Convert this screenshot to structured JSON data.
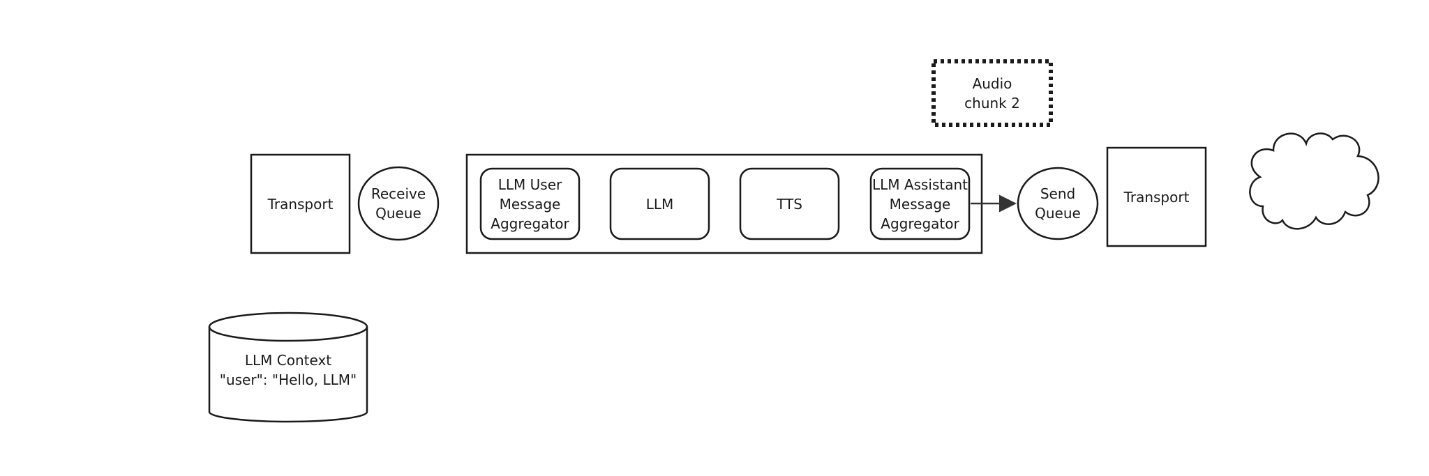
{
  "diagram": {
    "nodes": {
      "transport_in": {
        "lines": [
          "Transport"
        ]
      },
      "receive_queue": {
        "lines": [
          "Receive",
          "Queue"
        ]
      },
      "user_aggregator": {
        "lines": [
          "LLM User",
          "Message",
          "Aggregator"
        ]
      },
      "llm": {
        "lines": [
          "LLM"
        ]
      },
      "tts": {
        "lines": [
          "TTS"
        ]
      },
      "assistant_aggregator": {
        "lines": [
          "LLM Assistant",
          "Message",
          "Aggregator"
        ]
      },
      "send_queue": {
        "lines": [
          "Send",
          "Queue"
        ]
      },
      "transport_out": {
        "lines": [
          "Transport"
        ]
      },
      "audio_chunk": {
        "lines": [
          "Audio",
          "chunk 2"
        ]
      },
      "llm_context": {
        "lines": [
          "LLM Context",
          "\"user\": \"Hello, LLM\""
        ]
      }
    },
    "colors": {
      "stroke": "#1a1a1a",
      "background": "#ffffff",
      "arrow": "#333333"
    }
  }
}
